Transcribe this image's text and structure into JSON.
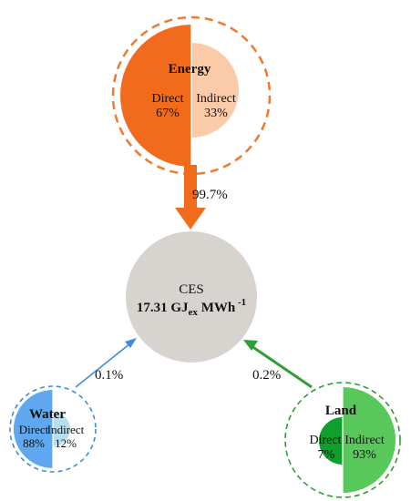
{
  "colors": {
    "energy_direct": "#F26B1D",
    "energy_indirect": "#FBCBA9",
    "energy_ring": "#EE7A2D",
    "ces_fill": "#D7D4D0",
    "water_direct": "#5FA8F0",
    "water_indirect": "#B7DEEF",
    "water_ring": "#3C8CE0",
    "land_direct": "#0F9F2B",
    "land_indirect": "#59C85A",
    "land_ring": "#2E9E36"
  },
  "energy": {
    "title": "Energy",
    "direct_label": "Direct",
    "direct_pct": "67%",
    "indirect_label": "Indirect",
    "indirect_pct": "33%",
    "direct_share": 0.67,
    "indirect_share": 0.33
  },
  "water": {
    "title": "Water",
    "direct_label": "Direct",
    "direct_pct": "88%",
    "indirect_label": "Indirect",
    "indirect_pct": "12%",
    "direct_share": 0.88,
    "indirect_share": 0.12
  },
  "land": {
    "title": "Land",
    "direct_label": "Direct",
    "direct_pct": "7%",
    "indirect_label": "Indirect",
    "indirect_pct": "93%",
    "direct_share": 0.07,
    "indirect_share": 0.93
  },
  "ces": {
    "label": "CES",
    "value": "17.31 GJ",
    "value_sub": "ex",
    "unit": " MWh",
    "unit_sup": " -1"
  },
  "flows": {
    "energy_pct": "99.7%",
    "water_pct": "0.1%",
    "land_pct": "0.2%"
  }
}
